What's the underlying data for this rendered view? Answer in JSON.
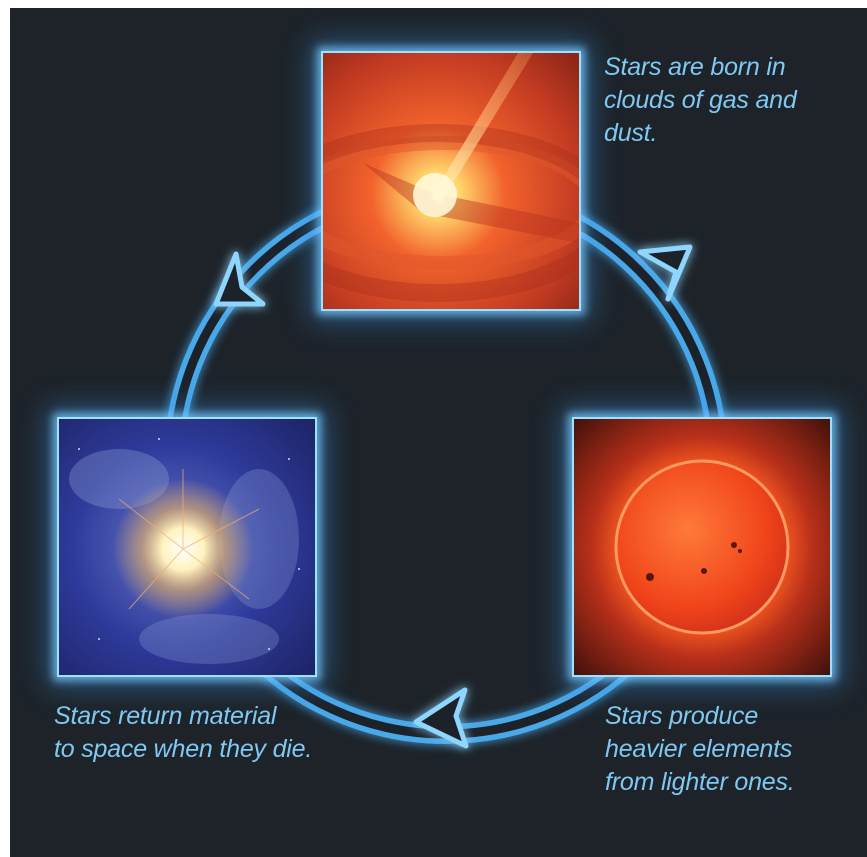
{
  "stages": [
    {
      "id": "birth",
      "caption": "Stars are born in\nclouds of gas and\ndust."
    },
    {
      "id": "fusion",
      "caption": "Stars produce\nheavier elements\nfrom lighter ones."
    },
    {
      "id": "death",
      "caption": "Stars return material\nto space when they die."
    }
  ],
  "colors": {
    "background": "#1d2329",
    "caption_text": "#7fc8f2",
    "cycle_arrow": "#6fbcf0",
    "glow": "#9fe2ff"
  },
  "icons": {
    "cycle": "clockwise-circular-arrow",
    "birth": "protostar-in-gas-cloud-image",
    "fusion": "red-giant-star-image",
    "death": "supernova-explosion-image"
  }
}
